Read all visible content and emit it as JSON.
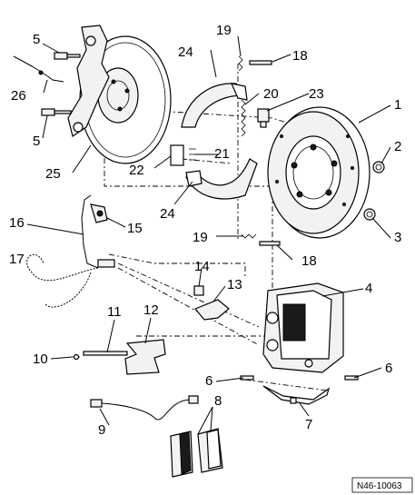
{
  "figure": {
    "reference_code": "N46-10063"
  },
  "callouts": [
    {
      "id": "c1",
      "text": "1"
    },
    {
      "id": "c2",
      "text": "2"
    },
    {
      "id": "c3",
      "text": "3"
    },
    {
      "id": "c4",
      "text": "4"
    },
    {
      "id": "c5a",
      "text": "5"
    },
    {
      "id": "c5b",
      "text": "5"
    },
    {
      "id": "c6a",
      "text": "6"
    },
    {
      "id": "c6b",
      "text": "6"
    },
    {
      "id": "c7",
      "text": "7"
    },
    {
      "id": "c8",
      "text": "8"
    },
    {
      "id": "c9",
      "text": "9"
    },
    {
      "id": "c10",
      "text": "10"
    },
    {
      "id": "c11",
      "text": "11"
    },
    {
      "id": "c12",
      "text": "12"
    },
    {
      "id": "c13",
      "text": "13"
    },
    {
      "id": "c14",
      "text": "14"
    },
    {
      "id": "c15",
      "text": "15"
    },
    {
      "id": "c16",
      "text": "16"
    },
    {
      "id": "c17",
      "text": "17"
    },
    {
      "id": "c18a",
      "text": "18"
    },
    {
      "id": "c18b",
      "text": "18"
    },
    {
      "id": "c19a",
      "text": "19"
    },
    {
      "id": "c19b",
      "text": "19"
    },
    {
      "id": "c20",
      "text": "20"
    },
    {
      "id": "c21",
      "text": "21"
    },
    {
      "id": "c22",
      "text": "22"
    },
    {
      "id": "c23",
      "text": "23"
    },
    {
      "id": "c24a",
      "text": "24"
    },
    {
      "id": "c24b",
      "text": "24"
    },
    {
      "id": "c25",
      "text": "25"
    },
    {
      "id": "c26",
      "text": "26"
    }
  ]
}
